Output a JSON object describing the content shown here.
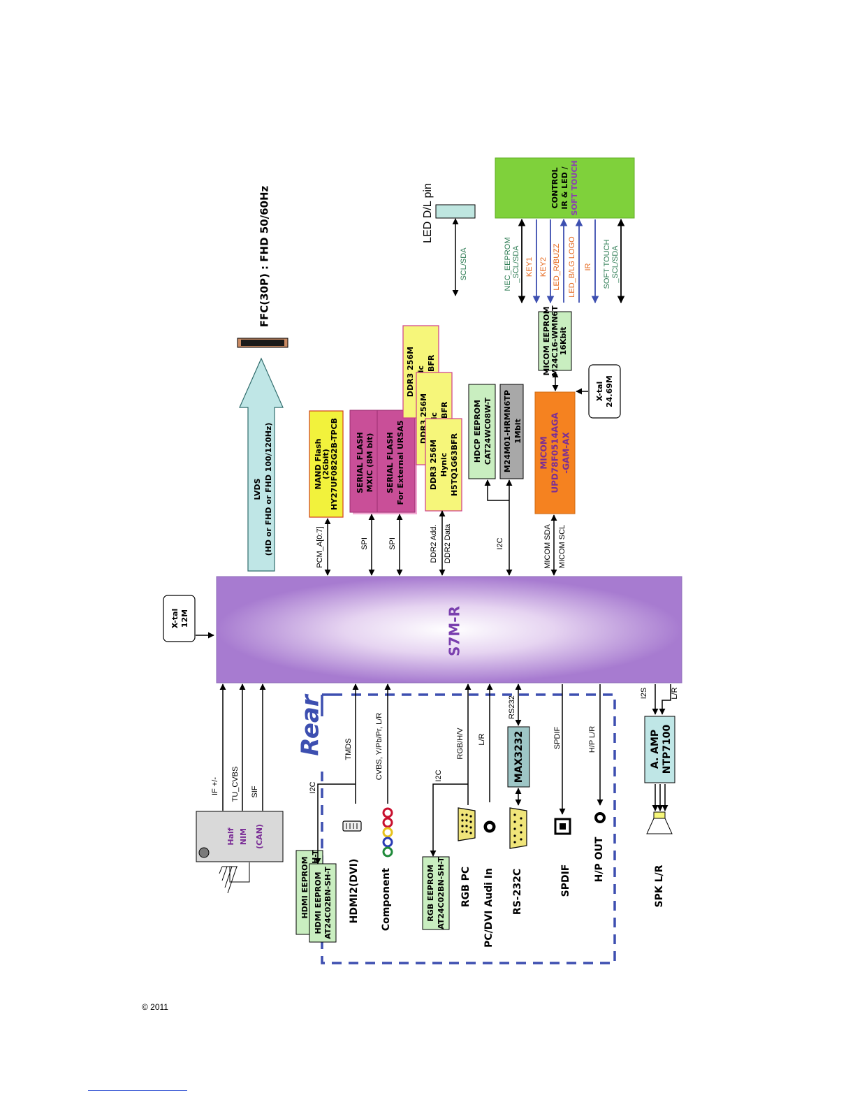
{
  "chip": {
    "name": "S7M-R"
  },
  "ffc": {
    "label": "FFC(30P) : FHD 50/60Hz"
  },
  "lvds": {
    "line1": "LVDS",
    "line2": "(HD or FHD or FHD 100/120Hz)"
  },
  "xtal_main": {
    "line1": "X-tal",
    "line2": "12M"
  },
  "xtal_micom": {
    "line1": "X-tal",
    "line2": "24.69M"
  },
  "nand": {
    "line1": "NAND  Flash",
    "line2": "(2Gbit)",
    "line3": "HY27UF082G2B-TPCB",
    "bus": "PCM_A[0:7]"
  },
  "serial_flash_1": {
    "line1": "SERIAL FLASH",
    "line2": "MXIC (8M bit)",
    "bus": "SPI"
  },
  "serial_flash_2": {
    "line1": "SERIAL FLASH",
    "line2": "For External URSA5",
    "bus": "SPI"
  },
  "ddr": {
    "back_a": {
      "line1": "DDR3 256M",
      "line2": "nic",
      "line3": "G63BFR"
    },
    "back_b": {
      "line1": "DDR3 256M",
      "line2": "nic",
      "line3": "G63BFR"
    },
    "front": {
      "line1": "DDR3 256M",
      "line2": "Hynic",
      "line3": "H5TQ1G63BFR"
    },
    "bus1": "DDR2 Add.",
    "bus2": "DDR2 Data"
  },
  "hdcp": {
    "line1": "HDCP EEPROM",
    "line2": "CAT24WC08W-T"
  },
  "m24": {
    "line1": "M24M01-HRMN6TP",
    "line2": "1Mbit",
    "bus": "I2C"
  },
  "micom": {
    "line1": "MICOM",
    "line2": "UPD78F0514AGA",
    "line3": "-GAM-AX",
    "bus1": "MICOM SDA",
    "bus2": "MICOM SCL"
  },
  "micom_eeprom": {
    "line1": "MICOM  EEPROM",
    "line2": "M24C16-WMN6T",
    "line3": "16Kbit"
  },
  "led_pin": {
    "label": "LED D/L pin",
    "bus": "SCL/SDA"
  },
  "control": {
    "line1": "CONTROL",
    "line2": "IR & LED /",
    "line3": "SOFT TOUCH"
  },
  "control_signals": [
    {
      "line1": "NEC_EEPROM",
      "line2": "_SCL/SDA",
      "color": "#2f7d55"
    },
    {
      "line1": "KEY1",
      "line2": "",
      "color": "#e5671c"
    },
    {
      "line1": "KEY2",
      "line2": "",
      "color": "#e5671c"
    },
    {
      "line1": "LED_R/BUZZ",
      "line2": "",
      "color": "#e5671c"
    },
    {
      "line1": "LED_B/LG LOGO",
      "line2": "",
      "color": "#e5671c"
    },
    {
      "line1": "IR",
      "line2": "",
      "color": "#e5671c"
    },
    {
      "line1": "SOFT TOUCH",
      "line2": "_SCL/SDA",
      "color": "#2f7d55"
    }
  ],
  "tuner": {
    "line1": "Half",
    "line2": "NIM",
    "line3": "(CAN)",
    "sig1": "IF +/-",
    "sig2": "TU_CVBS",
    "sig3": "SIF"
  },
  "rear": {
    "label": "Rear"
  },
  "hdmi": {
    "eeprom_back": "HDMI EEPROM",
    "eeprom_front1": "HDMI EEPROM",
    "eeprom_front2": "AT24C02BN-SH-T",
    "eeprom_tag": "H-T",
    "label": "HDMI2(DVI)",
    "i2c": "I2C",
    "sig": "TMDS"
  },
  "component": {
    "label": "Component",
    "sig": "CVBS, Y/Pb/Pr, L/R"
  },
  "rgb": {
    "eeprom1": "RGB EEPROM",
    "eeprom2": "AT24C02BN-SH-T",
    "label": "RGB PC",
    "i2c": "I2C",
    "sig": "RGB/H/V"
  },
  "pcaudio": {
    "label": "PC/DVI Audi In",
    "sig": "L/R"
  },
  "rs232": {
    "label": "RS-232C",
    "chip": "MAX3232",
    "sig": "RS232"
  },
  "spdif": {
    "label": "SPDIF",
    "sig": "SPDIF"
  },
  "hp": {
    "label": "H/P OUT",
    "sig": "H/P L/R"
  },
  "amp": {
    "line1": "A. AMP",
    "line2": "NTP7100",
    "sig1": "I2S",
    "sig2": "L/R"
  },
  "spk": {
    "label": "SPK L/R"
  },
  "footer": {
    "copyright": "© 2011"
  }
}
